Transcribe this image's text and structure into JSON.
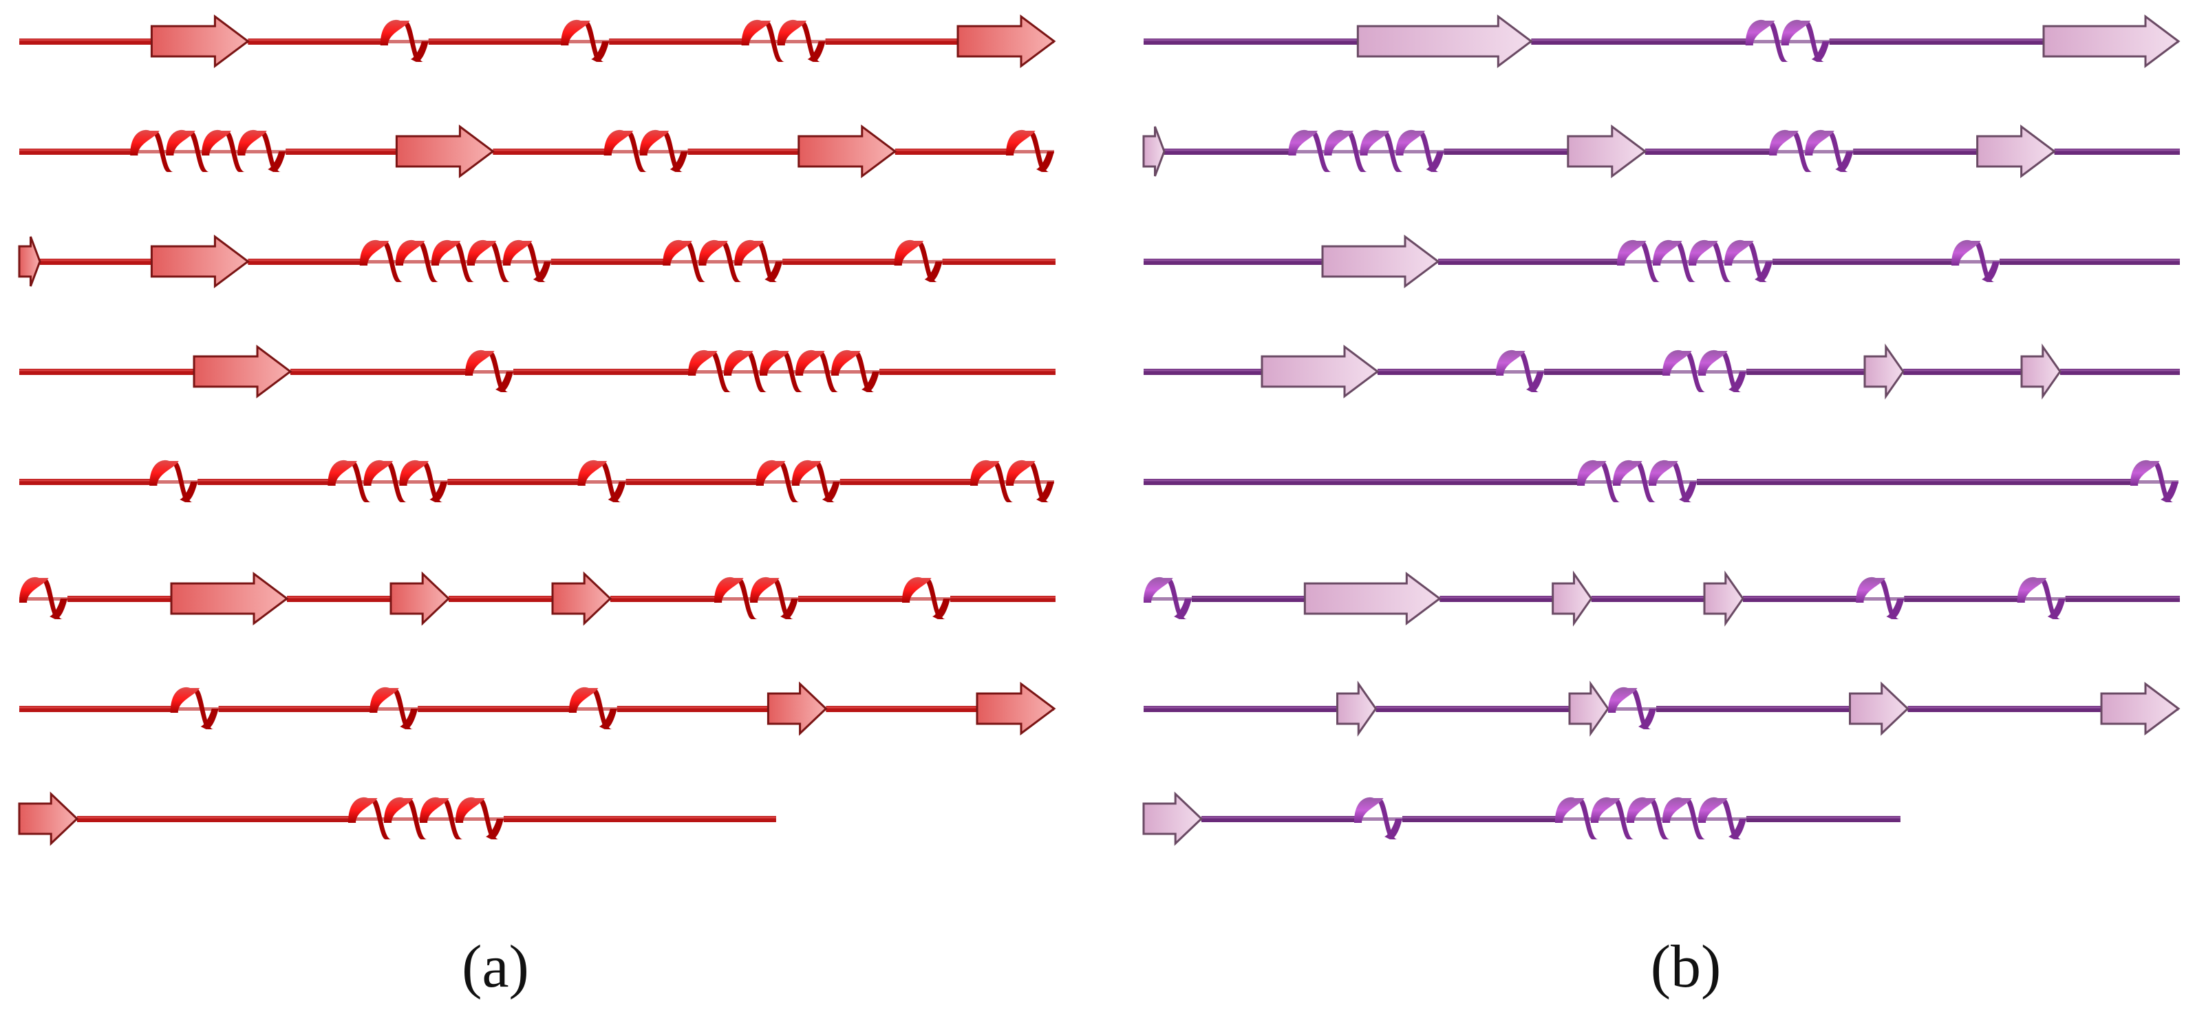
{
  "panels": [
    {
      "id": "a",
      "label": "(a)",
      "colors": {
        "coil": "#b81414",
        "coil_highlight": "#e04a4a",
        "helix_front": "#ff1a1a",
        "helix_back": "#a80000",
        "strand_fill": "#e35d5d",
        "strand_light": "#f7b0b0",
        "strand_edge": "#7a1414"
      },
      "rows": [
        [
          [
            "coil"
          ],
          [
            "strand",
            0.5
          ],
          [
            "coil"
          ],
          [
            "helix",
            1
          ],
          [
            "coil"
          ],
          [
            "helix",
            1
          ],
          [
            "coil"
          ],
          [
            "helix",
            2
          ],
          [
            "coil"
          ],
          [
            "strand",
            0.5
          ]
        ],
        [
          [
            "coil"
          ],
          [
            "helix",
            4
          ],
          [
            "coil"
          ],
          [
            "strand",
            0.5
          ],
          [
            "coil"
          ],
          [
            "helix",
            2
          ],
          [
            "coil"
          ],
          [
            "strand",
            0.5
          ],
          [
            "coil"
          ],
          [
            "helix",
            1
          ]
        ],
        [
          [
            "strand",
            0.1
          ],
          [
            "coil"
          ],
          [
            "strand",
            0.5
          ],
          [
            "coil"
          ],
          [
            "helix",
            5
          ],
          [
            "coil"
          ],
          [
            "helix",
            3
          ],
          [
            "coil"
          ],
          [
            "helix",
            1
          ],
          [
            "coil"
          ]
        ],
        [
          [
            "coil"
          ],
          [
            "strand",
            0.5
          ],
          [
            "coil"
          ],
          [
            "helix",
            1
          ],
          [
            "coil"
          ],
          [
            "helix",
            5
          ],
          [
            "coil"
          ]
        ],
        [
          [
            "coil"
          ],
          [
            "helix",
            1
          ],
          [
            "coil"
          ],
          [
            "helix",
            3
          ],
          [
            "coil"
          ],
          [
            "helix",
            1
          ],
          [
            "coil"
          ],
          [
            "helix",
            2
          ],
          [
            "coil"
          ],
          [
            "helix",
            2
          ]
        ],
        [
          [
            "helix",
            1
          ],
          [
            "coil"
          ],
          [
            "strand",
            0.6
          ],
          [
            "coil"
          ],
          [
            "strand",
            0.3
          ],
          [
            "coil"
          ],
          [
            "strand",
            0.3
          ],
          [
            "coil"
          ],
          [
            "helix",
            2
          ],
          [
            "coil"
          ],
          [
            "helix",
            1
          ],
          [
            "coil"
          ]
        ],
        [
          [
            "coil"
          ],
          [
            "helix",
            1
          ],
          [
            "coil"
          ],
          [
            "helix",
            1
          ],
          [
            "coil"
          ],
          [
            "helix",
            1
          ],
          [
            "coil"
          ],
          [
            "strand",
            0.3
          ],
          [
            "coil"
          ],
          [
            "strand",
            0.4
          ]
        ],
        [
          [
            "strand",
            0.3
          ],
          [
            "coil"
          ],
          [
            "helix",
            4
          ],
          [
            "coil"
          ]
        ]
      ]
    },
    {
      "id": "b",
      "label": "(b)",
      "colors": {
        "coil": "#6a2a7a",
        "coil_highlight": "#9a5aa8",
        "helix_front": "#c75fd8",
        "helix_back": "#7c2a92",
        "strand_fill": "#d8a8cc",
        "strand_light": "#f2dcec",
        "strand_edge": "#6a4a64"
      },
      "rows": [
        [
          [
            "coil"
          ],
          [
            "strand",
            0.9
          ],
          [
            "coil"
          ],
          [
            "helix",
            2
          ],
          [
            "coil"
          ],
          [
            "strand",
            0.7
          ]
        ],
        [
          [
            "strand",
            0.1
          ],
          [
            "coil"
          ],
          [
            "helix",
            4
          ],
          [
            "coil"
          ],
          [
            "strand",
            0.4
          ],
          [
            "coil"
          ],
          [
            "helix",
            2
          ],
          [
            "coil"
          ],
          [
            "strand",
            0.4
          ],
          [
            "coil"
          ]
        ],
        [
          [
            "coil"
          ],
          [
            "strand",
            0.6
          ],
          [
            "coil"
          ],
          [
            "helix",
            4
          ],
          [
            "coil"
          ],
          [
            "helix",
            1
          ],
          [
            "coil"
          ]
        ],
        [
          [
            "coil"
          ],
          [
            "strand",
            0.6
          ],
          [
            "coil"
          ],
          [
            "helix",
            1
          ],
          [
            "coil"
          ],
          [
            "helix",
            2
          ],
          [
            "coil"
          ],
          [
            "strand",
            0.2
          ],
          [
            "coil"
          ],
          [
            "strand",
            0.2
          ],
          [
            "coil"
          ]
        ],
        [
          [
            "coil"
          ],
          [
            "helix",
            3
          ],
          [
            "coil"
          ],
          [
            "helix",
            1
          ]
        ],
        [
          [
            "helix",
            1
          ],
          [
            "coil"
          ],
          [
            "strand",
            0.7
          ],
          [
            "coil"
          ],
          [
            "strand",
            0.2
          ],
          [
            "coil"
          ],
          [
            "strand",
            0.2
          ],
          [
            "coil"
          ],
          [
            "helix",
            1
          ],
          [
            "coil"
          ],
          [
            "helix",
            1
          ],
          [
            "coil"
          ]
        ],
        [
          [
            "coil"
          ],
          [
            "strand",
            0.2
          ],
          [
            "coil"
          ],
          [
            "strand",
            0.2
          ],
          [
            "helix",
            1
          ],
          [
            "coil"
          ],
          [
            "strand",
            0.3
          ],
          [
            "coil"
          ],
          [
            "strand",
            0.4
          ]
        ],
        [
          [
            "strand",
            0.3
          ],
          [
            "coil"
          ],
          [
            "helix",
            1
          ],
          [
            "coil"
          ],
          [
            "helix",
            5
          ],
          [
            "coil"
          ]
        ]
      ]
    }
  ]
}
